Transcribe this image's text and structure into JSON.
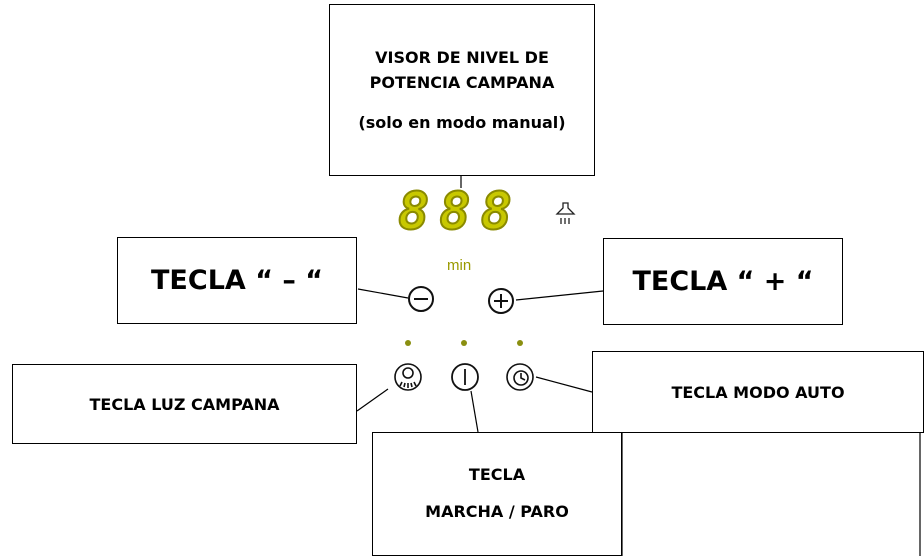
{
  "display": {
    "digits": "888",
    "unit": "min"
  },
  "callouts": {
    "visor": {
      "line1": "VISOR DE NIVEL DE",
      "line2": "POTENCIA CAMPANA",
      "line3": "(solo en modo manual)"
    },
    "minus": "TECLA “ – “",
    "plus": "TECLA “ + “",
    "light": "TECLA LUZ CAMPANA",
    "auto": "TECLA MODO AUTO",
    "power": {
      "line1": "TECLA",
      "line2": "MARCHA / PARO"
    }
  },
  "colors": {
    "display": "#c8c800",
    "indicator": "#8a8f10"
  },
  "icons": [
    "hood-fan-icon",
    "minus-icon",
    "plus-icon",
    "light-icon",
    "power-icon",
    "timer-auto-icon"
  ]
}
